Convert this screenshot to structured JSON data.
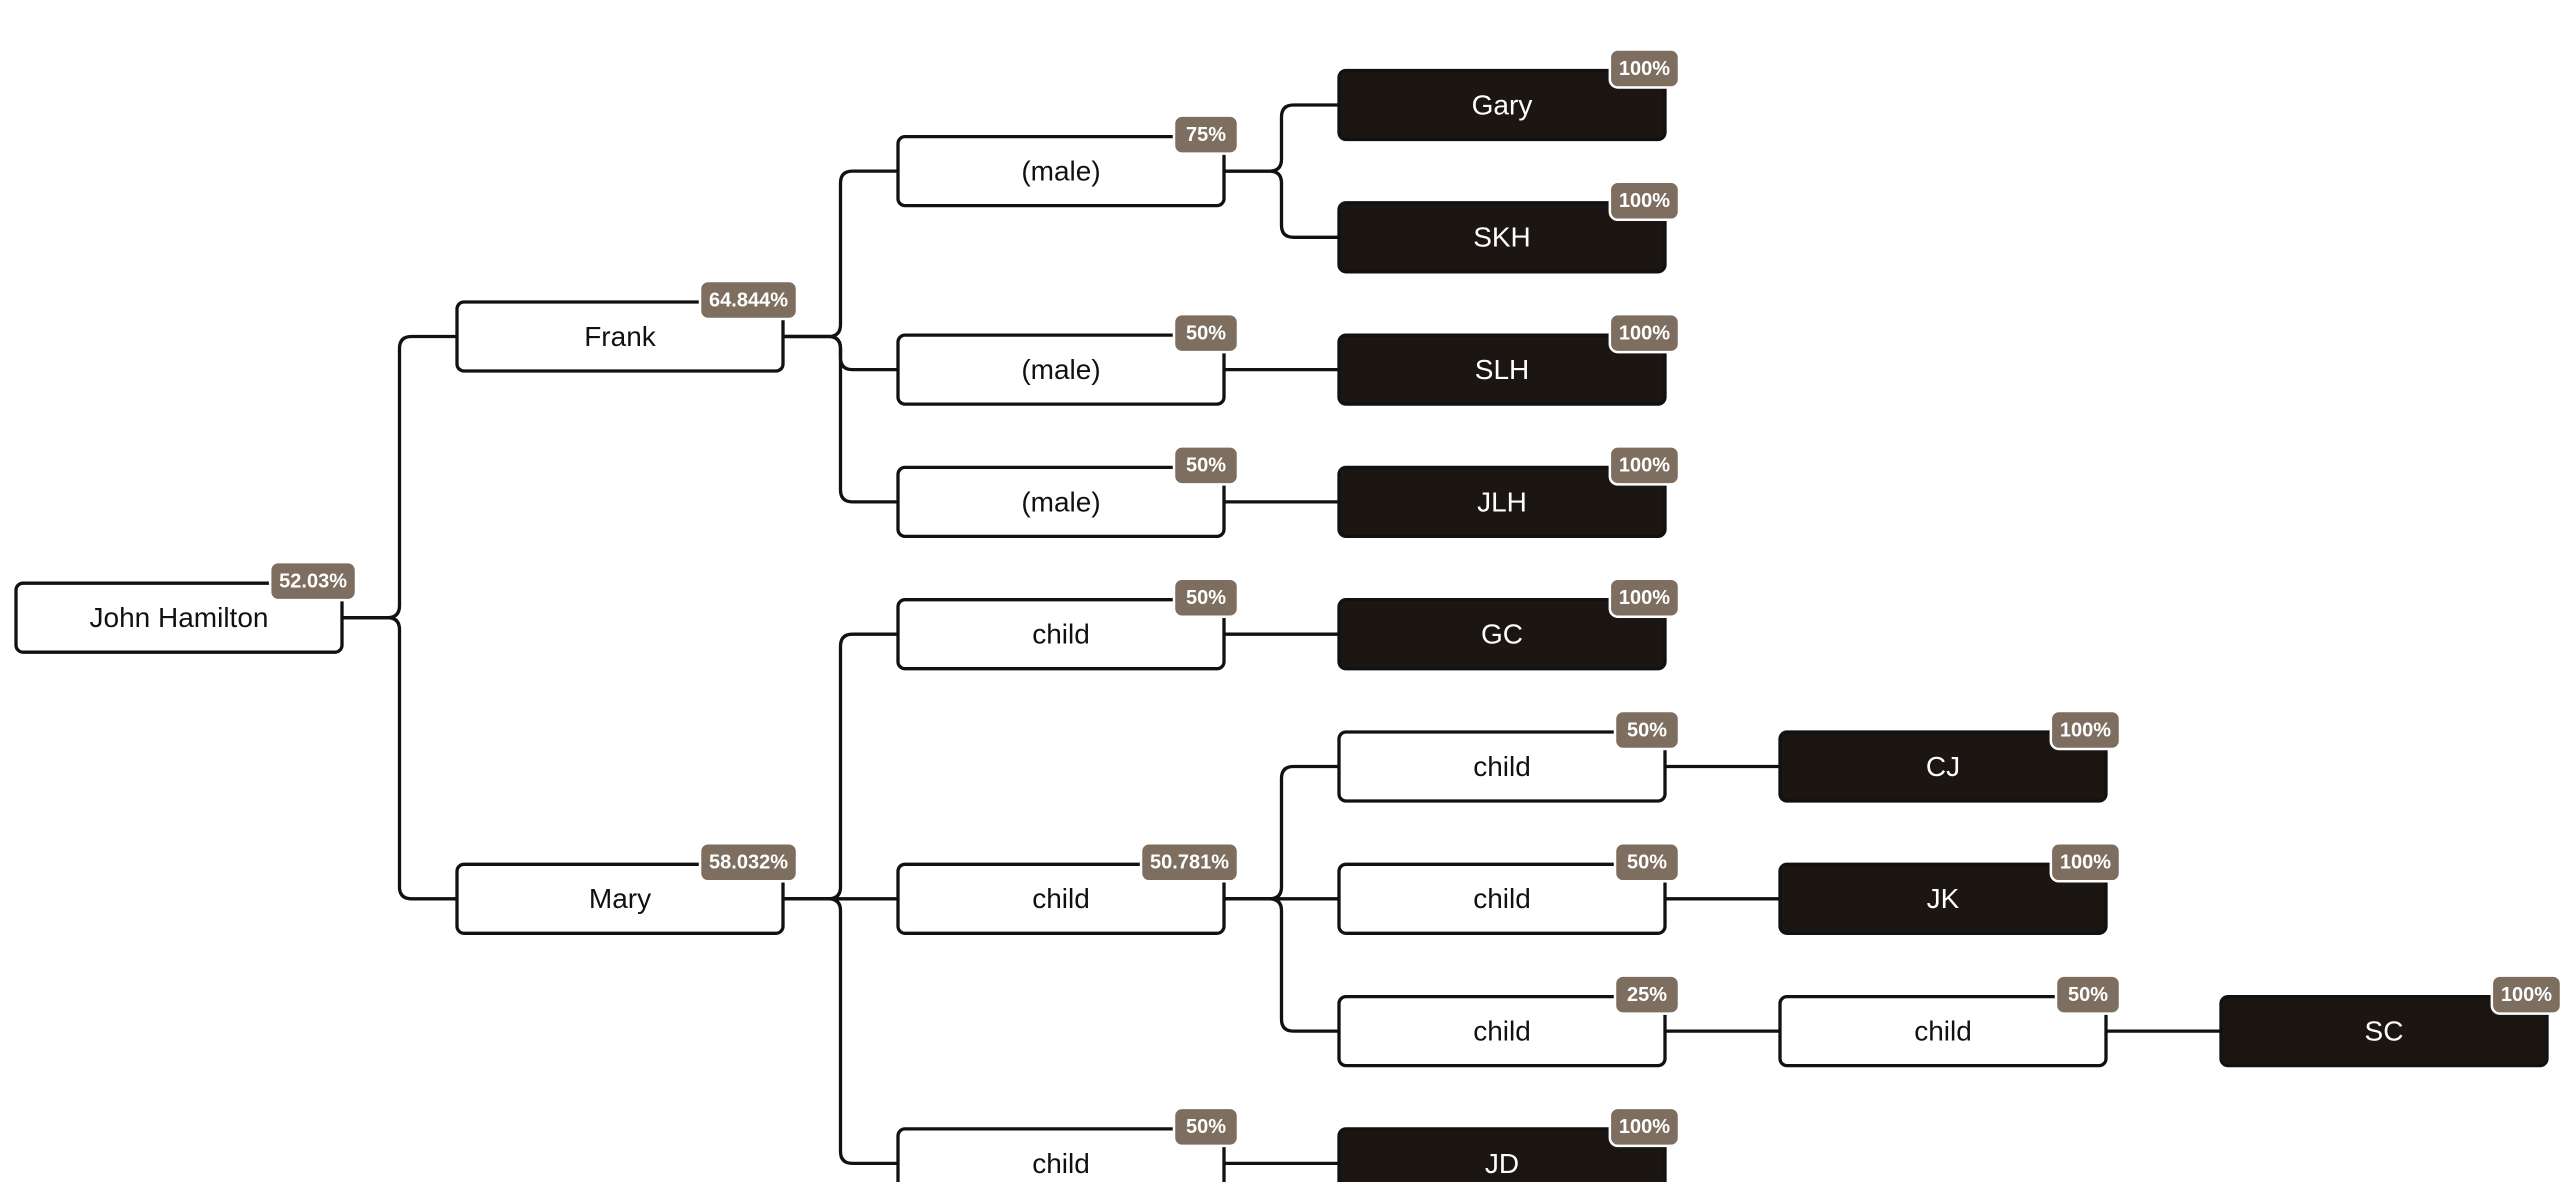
{
  "colors": {
    "person_fill": "#ffffff",
    "leaf_fill": "#1c1613",
    "badge_fill": "#7d6e5f",
    "line": "#111111"
  },
  "tree": {
    "label": "John Hamilton",
    "badge": "52.03%",
    "style": "light",
    "children": [
      {
        "label": "Frank",
        "badge": "64.844%",
        "style": "light",
        "children": [
          {
            "label": "(male)",
            "badge": "75%",
            "style": "light",
            "children": [
              {
                "label": "Gary",
                "badge": "100%",
                "style": "dark"
              },
              {
                "label": "SKH",
                "badge": "100%",
                "style": "dark"
              }
            ]
          },
          {
            "label": "(male)",
            "badge": "50%",
            "style": "light",
            "children": [
              {
                "label": "SLH",
                "badge": "100%",
                "style": "dark"
              }
            ]
          },
          {
            "label": "(male)",
            "badge": "50%",
            "style": "light",
            "children": [
              {
                "label": "JLH",
                "badge": "100%",
                "style": "dark"
              }
            ]
          }
        ]
      },
      {
        "label": "Mary",
        "badge": "58.032%",
        "style": "light",
        "children": [
          {
            "label": "child",
            "badge": "50%",
            "style": "light",
            "children": [
              {
                "label": "GC",
                "badge": "100%",
                "style": "dark"
              }
            ]
          },
          {
            "label": "child",
            "badge": "50.781%",
            "style": "light",
            "children": [
              {
                "label": "child",
                "badge": "50%",
                "style": "light",
                "children": [
                  {
                    "label": "CJ",
                    "badge": "100%",
                    "style": "dark"
                  }
                ]
              },
              {
                "label": "child",
                "badge": "50%",
                "style": "light",
                "children": [
                  {
                    "label": "JK",
                    "badge": "100%",
                    "style": "dark"
                  }
                ]
              },
              {
                "label": "child",
                "badge": "25%",
                "style": "light",
                "children": [
                  {
                    "label": "child",
                    "badge": "50%",
                    "style": "light",
                    "children": [
                      {
                        "label": "SC",
                        "badge": "100%",
                        "style": "dark"
                      }
                    ]
                  }
                ]
              }
            ]
          },
          {
            "label": "child",
            "badge": "50%",
            "style": "light",
            "children": [
              {
                "label": "JD",
                "badge": "100%",
                "style": "dark"
              }
            ]
          }
        ]
      }
    ]
  }
}
